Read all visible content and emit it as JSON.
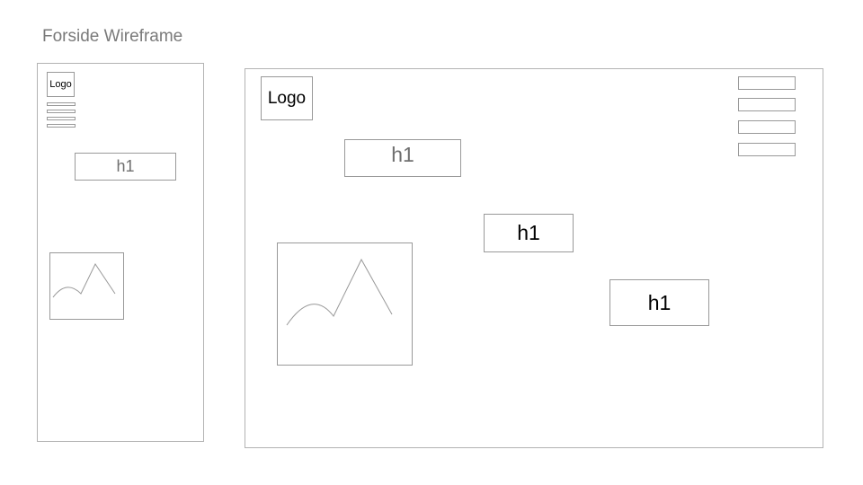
{
  "title": "Forside Wireframe",
  "mobile": {
    "logo": "Logo",
    "heading": "h1",
    "image_icon": "mountain-image-placeholder-icon"
  },
  "desktop": {
    "logo": "Logo",
    "headings": [
      "h1",
      "h1",
      "h1"
    ],
    "image_icon": "mountain-image-placeholder-icon"
  },
  "colors": {
    "stroke": "#999999",
    "frame": "#b3b3b3",
    "title": "#7a7a7a",
    "muted_text": "#6f6f6f"
  }
}
